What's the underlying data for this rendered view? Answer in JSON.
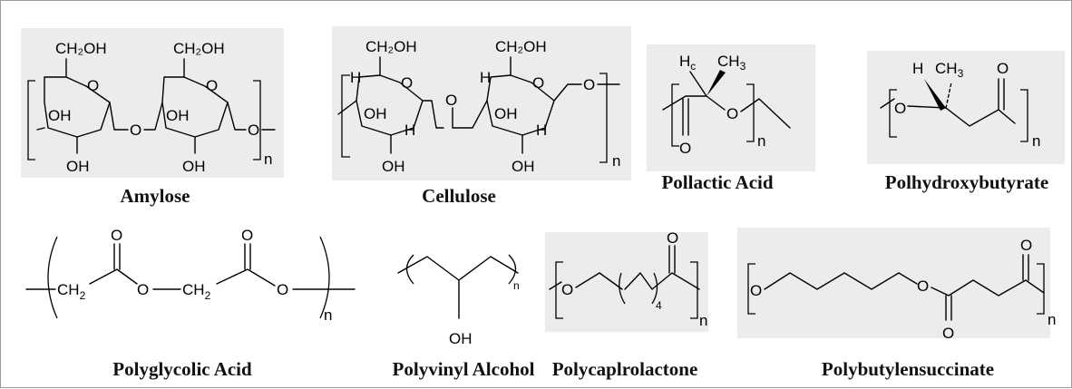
{
  "molecules": [
    {
      "name": "Amylose"
    },
    {
      "name": "Cellulose"
    },
    {
      "name": "Pollactic Acid"
    },
    {
      "name": "Polhydroxybutyrate"
    },
    {
      "name": "Polyglycolic Acid"
    },
    {
      "name": "Polyvinyl Alcohol"
    },
    {
      "name": "Polycaplrolactone"
    },
    {
      "name": "Polybutylensuccinate"
    }
  ],
  "atoms": {
    "ch2oh": "CH₂OH",
    "oh": "OH",
    "o": "O",
    "h": "H",
    "hc": "H",
    "hc_sub": "c",
    "ch3": "CH",
    "ch3_sub": "3",
    "ch2": "CH",
    "ch2_sub": "2",
    "n": "n",
    "four": "4"
  }
}
